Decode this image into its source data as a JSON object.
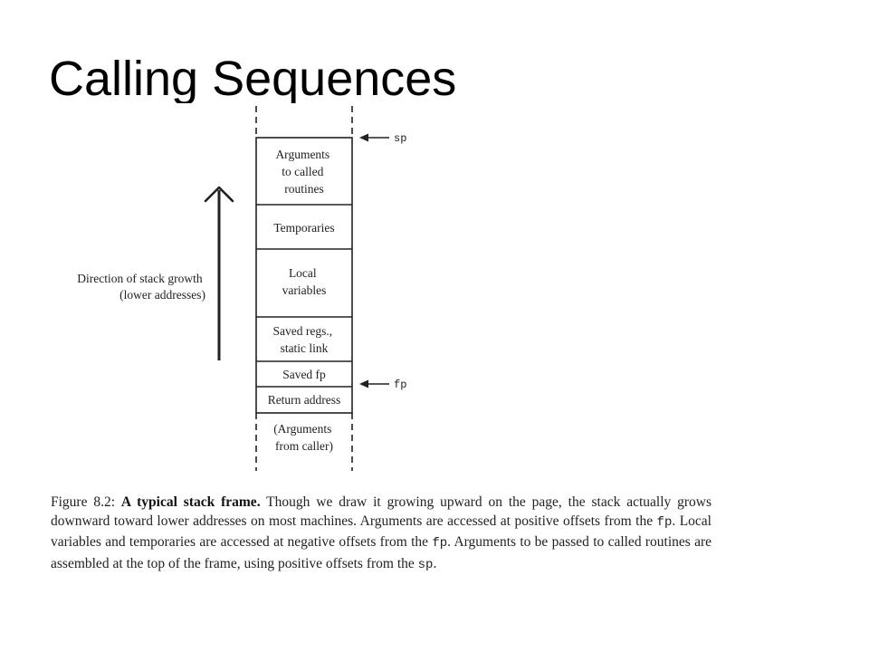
{
  "slide": {
    "title": "Calling Sequences"
  },
  "diagram": {
    "cells": [
      {
        "lines": [
          "Arguments",
          "to called",
          "routines"
        ]
      },
      {
        "lines": [
          "Temporaries"
        ]
      },
      {
        "lines": [
          "Local",
          "variables"
        ]
      },
      {
        "lines": [
          "Saved regs.,",
          "static link"
        ]
      },
      {
        "lines": [
          "Saved fp"
        ]
      },
      {
        "lines": [
          "Return address"
        ]
      },
      {
        "lines": [
          "(Arguments",
          "from caller)"
        ]
      }
    ],
    "pointers": {
      "sp": "sp",
      "fp": "fp"
    },
    "growth_label": [
      "Direction of stack growth",
      "(lower addresses)"
    ]
  },
  "caption": {
    "figure_label": "Figure 8.2:",
    "bold_title": "A typical stack frame.",
    "body": [
      {
        "t": " Though we draw it growing upward on the page, the stack actually grows downward toward lower addresses on most machines. Arguments are accessed at positive offsets from the ",
        "mono": false
      },
      {
        "t": "fp",
        "mono": true
      },
      {
        "t": ". Local variables and temporaries are accessed at negative offsets from the ",
        "mono": false
      },
      {
        "t": "fp",
        "mono": true
      },
      {
        "t": ". Arguments to be passed to called routines are assembled at the top of the frame, using positive offsets from the ",
        "mono": false
      },
      {
        "t": "sp",
        "mono": true
      },
      {
        "t": ".",
        "mono": false
      }
    ]
  }
}
